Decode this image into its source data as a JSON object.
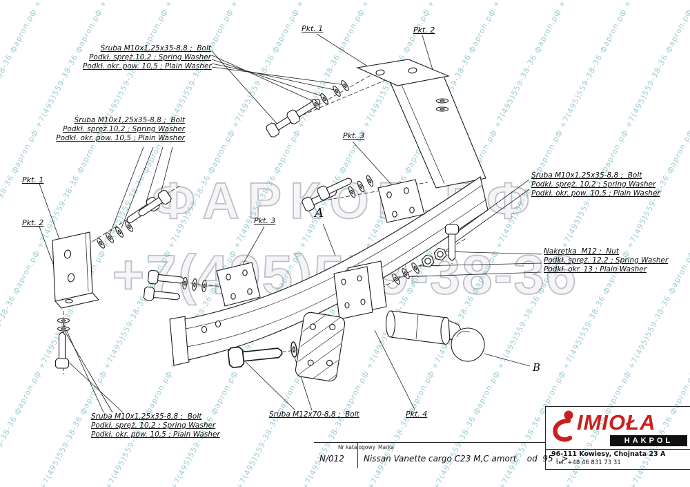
{
  "watermark": {
    "site": "фapron.рф",
    "phone": "+7(495)559-38-36",
    "center_line1": "ФАРКОП.РФ",
    "center_line2": "+7(495)559-38-36",
    "diagonal_color": "#7ebcc4",
    "center_color": "#8a909c"
  },
  "labels": {
    "pkt1_top": "Pkt. 1",
    "pkt2_top": "Pkt. 2",
    "pkt3_top": "Pkt. 3",
    "pkt1_left": "Pkt. 1",
    "pkt2_left": "Pkt. 2",
    "pkt3_mid": "Pkt. 3",
    "pkt4": "Pkt. 4",
    "ref_a": "A",
    "ref_b": "B",
    "bolt_top": {
      "l1": "Śruba M10x1,25x35-8,8 ;  Bolt",
      "l2": "Podkł. spręż.10,2 ; Spring Washer",
      "l3": "Podkł. okr. pow. 10,5 ; Plain Washer"
    },
    "bolt_left": {
      "l1": "Śruba M10x1,25x35-8,8 ;  Bolt",
      "l2": "Podkł. spręż.10,2 ; Spring Washer",
      "l3": "Podkł. okr. pow. 10,5 ; Plain Washer"
    },
    "bolt_right": {
      "l1": "Śruba M10x1,25x35-8,8 ;  Bolt",
      "l2": "Podkł. spręż. 10,2 ; Spring Washer",
      "l3": "Podkł. okr. pow. 10,5 ; Plain Washer"
    },
    "nut_right": {
      "l1": "Nakrętka  M12 ;  Nut",
      "l2": "Podkł. spręż. 12,2 ; Spring Washer",
      "l3": "Podkł. okr. 13 ; Plain Washer"
    },
    "bolt_bottom": {
      "l1": "Śruba M10x1,25x35-8,8 ;  Bolt",
      "l2": "Podkł. spręż. 10,2 ; Spring Washer",
      "l3": "Podkł. okr. pow. 10,5 ; Plain Washer"
    },
    "bolt_m12": "Śruba M12x70-8,8 ;  Bolt"
  },
  "title_block": {
    "col1_label": "Nr katalogowy",
    "col2_label": "Marka",
    "catalog_no": "N/012",
    "model": "Nissan Vanette cargo C23 M,C amort.   od  95 - >"
  },
  "company": {
    "brand": "IMIOŁA",
    "brand_sub": "HAKPOL",
    "brand_color": "#c8201d",
    "address": "96-111 Kowiesy, Chojnata 23 A",
    "phone": "tel. +48 46 831 73 31"
  }
}
